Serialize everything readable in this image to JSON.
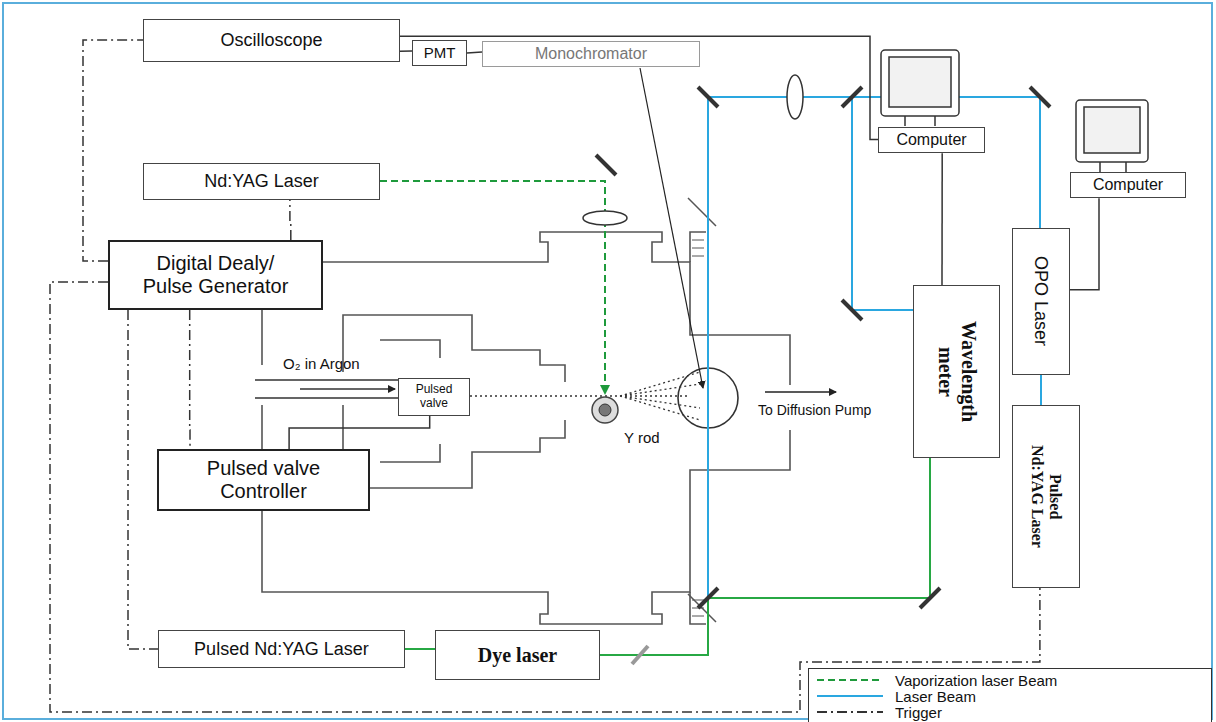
{
  "diagram": {
    "nodes": [
      {
        "text": [
          "Oscilloscope"
        ]
      },
      {
        "text": [
          "PMT"
        ]
      },
      {
        "text": [
          "Monochromator"
        ]
      },
      {
        "text": [
          "Computer"
        ]
      },
      {
        "text": [
          "Computer"
        ]
      },
      {
        "text": [
          "Nd:YAG Laser"
        ]
      },
      {
        "text": [
          "Digital Dealy/ Pulse Generator"
        ]
      },
      {
        "text": [
          "Pulsed valve"
        ]
      },
      {
        "text": [
          "Pulsed valve Controller"
        ]
      },
      {
        "text": [
          "Wavelength meter"
        ]
      },
      {
        "text": [
          "OPO Laser"
        ]
      },
      {
        "text": [
          "Pulsed Nd:YAG Laser"
        ]
      },
      {
        "text": [
          "Pulsed Nd:YAG Laser"
        ]
      },
      {
        "text": [
          "Dye laser"
        ]
      }
    ],
    "edges": [
      {
        "from": 0,
        "to": 1,
        "arrow": "none"
      },
      {
        "from": 1,
        "to": 2,
        "arrow": "none"
      },
      {
        "from": 0,
        "to": 3,
        "arrow": "none"
      },
      {
        "from": 3,
        "to": 9,
        "arrow": "none"
      },
      {
        "from": 4,
        "to": 10,
        "arrow": "none"
      },
      {
        "from": 6,
        "to": 0,
        "arrow": "none"
      },
      {
        "from": 6,
        "to": 5,
        "arrow": "none"
      },
      {
        "from": 6,
        "to": 8,
        "arrow": "none"
      },
      {
        "from": 6,
        "to": 12,
        "arrow": "none"
      },
      {
        "from": 6,
        "to": 11,
        "arrow": "none"
      },
      {
        "from": 8,
        "to": 7,
        "arrow": "none"
      },
      {
        "from": 12,
        "to": 13,
        "arrow": "none"
      },
      {
        "from": 10,
        "to": 11,
        "arrow": "none"
      }
    ],
    "labels": [
      "O₂ in Argon",
      "Y rod",
      "To Diffusion Pump"
    ],
    "legend": [
      {
        "text": "Vaporization laser Beam"
      },
      {
        "text": "Laser Beam"
      },
      {
        "text": "Trigger"
      }
    ]
  }
}
